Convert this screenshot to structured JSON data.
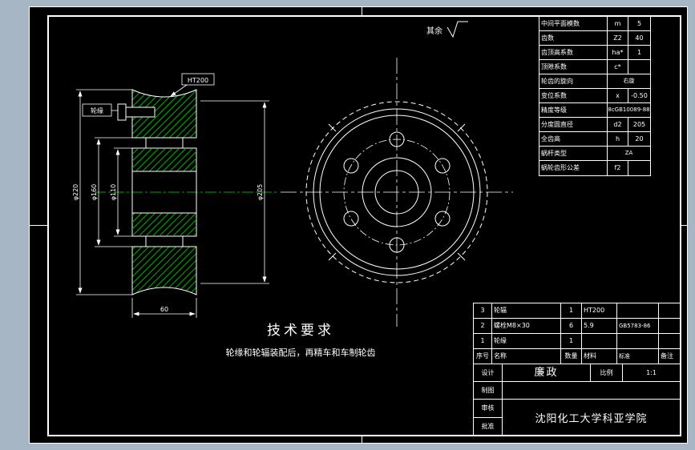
{
  "frame": {
    "bg": "#a7b6c5",
    "paper": "#000000",
    "line": "#ffffff",
    "hatch": "#00a800"
  },
  "annotations": {
    "surface_note": "其余",
    "material_label": "HT200",
    "rim_label": "轮缘"
  },
  "tech_req": {
    "title": "技术要求",
    "line1": "轮缘和轮辐装配后，再精车和车制轮齿"
  },
  "dimensions": {
    "outer": "φ220",
    "pitch": "φ205",
    "rim": "φ160",
    "hub": "φ110",
    "width": "60"
  },
  "param_table": {
    "rows": [
      {
        "label": "中间平面模数",
        "sym": "m",
        "val": "5"
      },
      {
        "label": "齿数",
        "sym": "Z2",
        "val": "40"
      },
      {
        "label": "齿顶高系数",
        "sym": "ha*",
        "val": "1"
      },
      {
        "label": "顶隙系数",
        "sym": "c*",
        "val": ""
      },
      {
        "label": "轮齿的旋向",
        "wide": "右旋"
      },
      {
        "label": "变位系数",
        "sym": "x",
        "val": "-0.50"
      },
      {
        "label": "精度等级",
        "wide": "8cGB10089-88"
      },
      {
        "label": "分度圆直径",
        "sym": "d2",
        "val": "205"
      },
      {
        "label": "全齿高",
        "sym": "h",
        "val": "20"
      },
      {
        "label": "蜗杆类型",
        "wide": "ZA"
      },
      {
        "label": "蜗轮齿形公差",
        "sym": "f2",
        "val": ""
      }
    ]
  },
  "title_block": {
    "parts": [
      {
        "no": "3",
        "name": "轮辐",
        "qty": "1",
        "material": "HT200",
        "standard": "",
        "note": ""
      },
      {
        "no": "2",
        "name": "螺栓M8×30",
        "qty": "6",
        "material": "5.9",
        "standard": "GB5783-86",
        "note": ""
      },
      {
        "no": "1",
        "name": "轮缘",
        "qty": "1",
        "material": "",
        "standard": "",
        "note": ""
      }
    ],
    "header": [
      "序号",
      "名称",
      "数量",
      "材料",
      "标准",
      "备注"
    ],
    "design_label": "设计",
    "designer": "廉政",
    "draw_label": "制图",
    "check_label": "审核",
    "approve_label": "批准",
    "scale_label": "比例",
    "scale": "1:1",
    "school": "沈阳化工大学科亚学院"
  }
}
